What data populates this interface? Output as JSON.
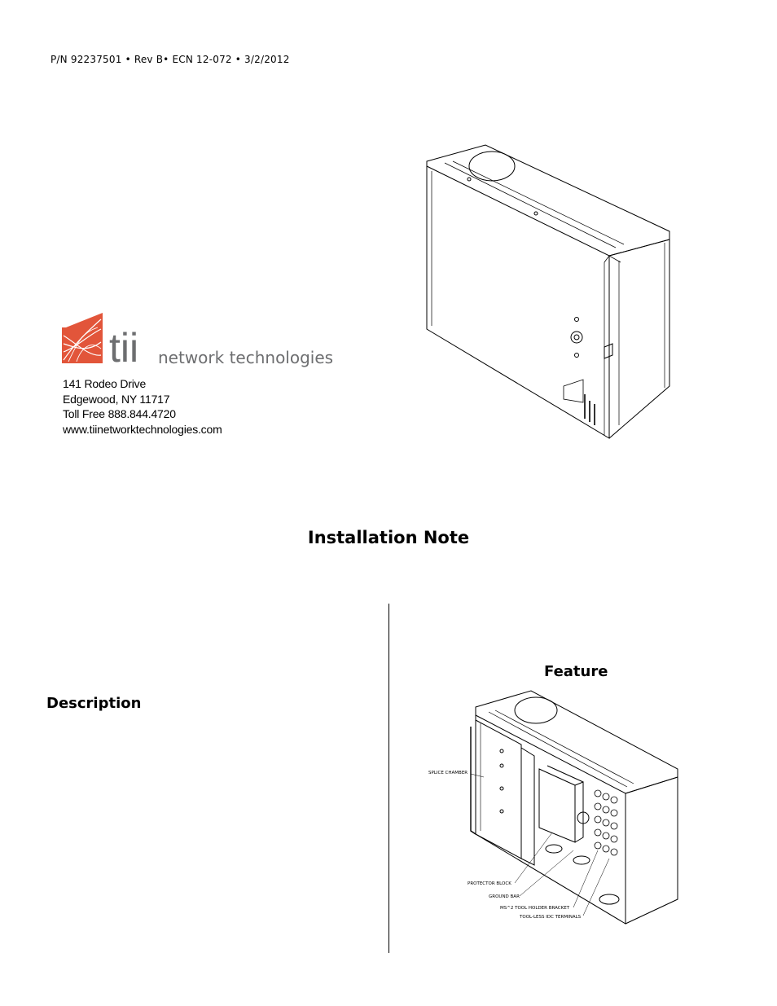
{
  "header": {
    "part_number": "P/N 92237501 • Rev B• ECN 12-072 • 3/2/2012"
  },
  "logo": {
    "brand": "tii",
    "tagline": "network technologies",
    "accent_color": "#e2553a",
    "text_color": "#6d6e70"
  },
  "address": {
    "street": "141 Rodeo Drive",
    "city": "Edgewood, NY 11717",
    "phone": "Toll Free 888.844.4720",
    "web": "www.tiinetworktechnologies.com"
  },
  "title": "Installation Note",
  "sections": {
    "feature_heading": "Feature",
    "description_heading": "Description"
  },
  "diagram": {
    "callouts": {
      "splice": "SPLICE CHAMBER",
      "protector": "PROTECTOR BLOCK",
      "ground": "GROUND BAR",
      "bracket": "MS^2 TOOL HOLDER BRACKET",
      "idc": "TOOL-LESS IDC TERMINALS"
    }
  }
}
